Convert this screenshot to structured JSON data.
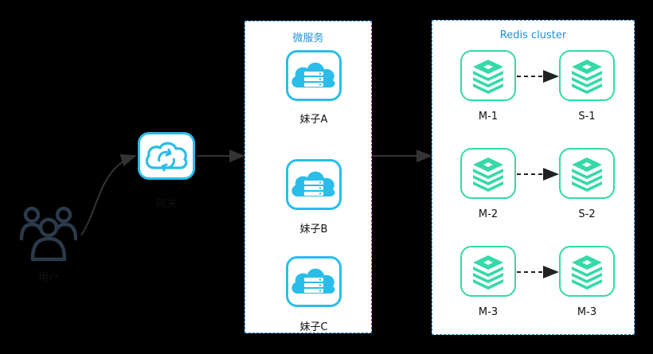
{
  "user": {
    "label": "用户"
  },
  "gateway": {
    "label": "网关"
  },
  "microservice": {
    "title": "微服务",
    "services": [
      {
        "label": "妹子A"
      },
      {
        "label": "妹子B"
      },
      {
        "label": "妹子C"
      }
    ]
  },
  "redis": {
    "title": "Redis cluster",
    "rows": [
      {
        "master": "M-1",
        "slave": "S-1"
      },
      {
        "master": "M-2",
        "slave": "S-2"
      },
      {
        "master": "M-3",
        "slave": "M-3"
      }
    ]
  },
  "colors": {
    "accent_blue": "#2bbde9",
    "redis_green": "#35d9a8",
    "box_border": "#1e8fd8",
    "arrow": "#333333"
  }
}
